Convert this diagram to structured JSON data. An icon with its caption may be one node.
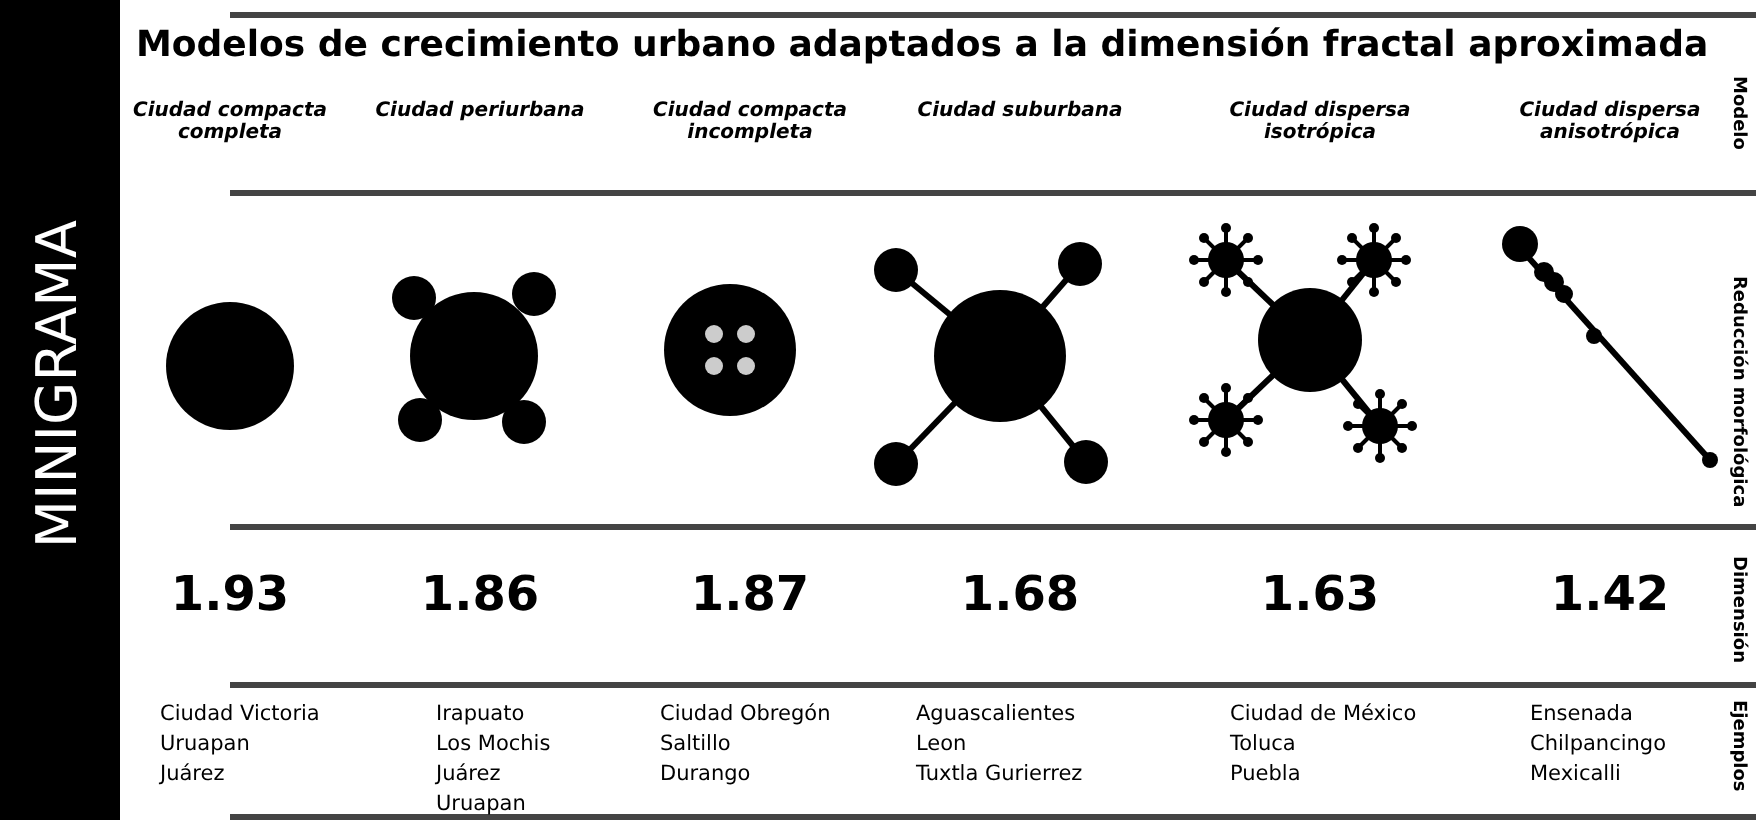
{
  "diagram": {
    "title": "Modelos de crecimiento urbano adaptados a la dimensión fractal aproximada",
    "labels": [
      "MINIGRAMA",
      "Ciudad compacta completa",
      "Ciudad periurbana",
      "Ciudad compacta incompleta",
      "Ciudad suburbana",
      "Ciudad dispersa isotrópica",
      "Ciudad dispersa anisotrópica",
      "Modelo",
      "Reducción morfológica",
      "1.93",
      "1.86",
      "1.87",
      "1.68",
      "1.63",
      "1.42",
      "Dimensión",
      "Ciudad Victoria",
      "Uruapan",
      "Juárez",
      "Irapuato",
      "Los Mochis",
      "Juárez",
      "Uruapan",
      "Ciudad Obregón",
      "Saltillo",
      "Durango",
      "Aguascalientes",
      "Leon",
      "Tuxtla Gurierrez",
      "Ciudad de México",
      "Toluca",
      "Puebla",
      "Ensenada",
      "Chilpancingo",
      "Mexicalli",
      "Ejemplos"
    ]
  }
}
